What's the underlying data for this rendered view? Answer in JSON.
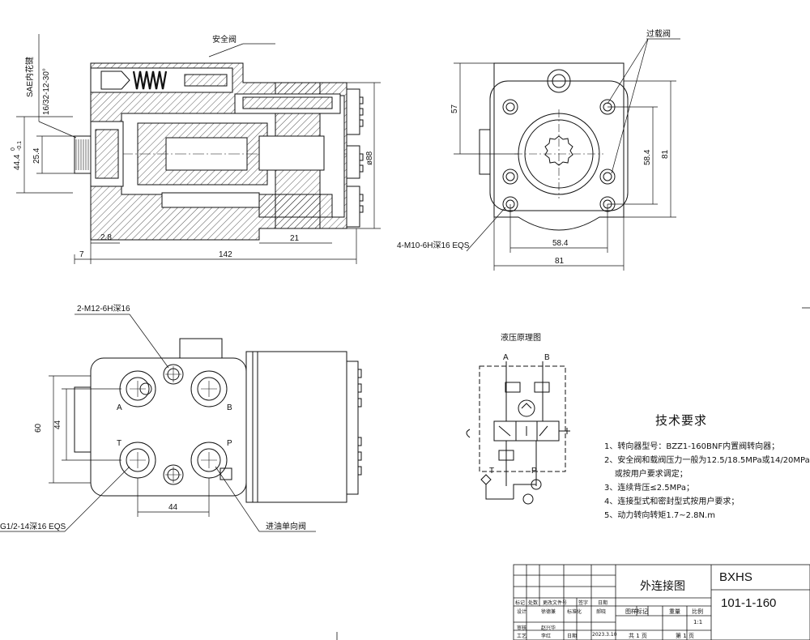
{
  "views": {
    "section": {
      "label_relief_valve": "安全阀",
      "sae_label": "SAE内花键",
      "sae_spec": "16/32-12-30°",
      "dim_44": "44.4",
      "dim_44_tol_up": "0",
      "dim_44_tol_dn": "-0.1",
      "dim_25": "25.4",
      "dim_88": "ø88",
      "dim_28": "2.8",
      "dim_21": "21",
      "dim_7": "7",
      "dim_142": "142"
    },
    "end_view": {
      "label_overload_valve": "过载阀",
      "dim_57": "57",
      "dim_584_v": "58.4",
      "dim_81_v": "81",
      "dim_584_h": "58.4",
      "dim_81_h": "81",
      "callout_holes": "4-M10-6H深16 EQS"
    },
    "port_view": {
      "callout_m12": "2-M12-6H深16",
      "port_a": "A",
      "port_b": "B",
      "port_t": "T",
      "port_p": "P",
      "dim_60": "60",
      "dim_44_v": "44",
      "dim_44_h": "44",
      "callout_g12": "G1/2-14深16 EQS",
      "label_check_valve": "进油单向阀"
    }
  },
  "hydraulic": {
    "title": "液压原理图",
    "port_a": "A",
    "port_b": "B",
    "port_t": "T",
    "port_p": "P"
  },
  "requirements": {
    "title": "技术要求",
    "items": [
      "1、转向器型号：BZZ1-160BNF内置阀转向器；",
      "2、安全阀和载阀压力一般为12.5/18.5MPa或14/20MPa,",
      "    或按用户要求调定；",
      "3、连续背压≤2.5MPa；",
      "4、连接型式和密封型式按用户要求；",
      "5、动力转向转矩1.7~2.8N.m"
    ]
  },
  "title_block": {
    "drawing_name": "外连接图",
    "company": "BXHS",
    "drawing_number": "101-1-160",
    "headers": [
      "标记",
      "处数",
      "更改文件号",
      "签字",
      "日期"
    ],
    "row_design": [
      "设计",
      "徐德兼",
      "标准化",
      "郝晓"
    ],
    "row_review": [
      "审核",
      "赵兴华"
    ],
    "row_process": [
      "工艺",
      "李红",
      "日期",
      "2023.3.10"
    ],
    "stage_mark": "图样标记",
    "weight": "重量",
    "scale": "比例",
    "scale_value": "1:1",
    "sheets_total": "共 1 页",
    "sheet_no": "第 1 页"
  }
}
